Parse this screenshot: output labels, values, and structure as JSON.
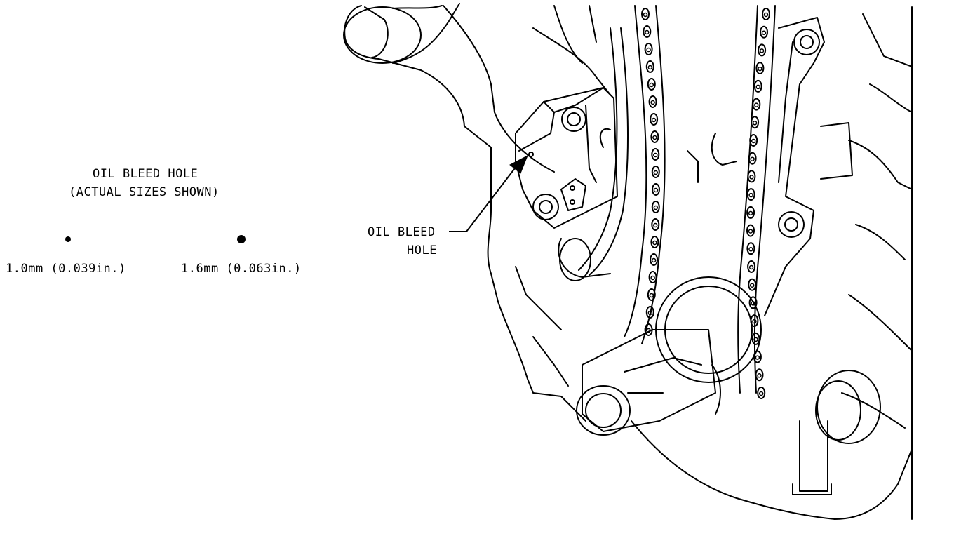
{
  "legend": {
    "title_line1": "OIL BLEED HOLE",
    "title_line2": "(ACTUAL SIZES SHOWN)",
    "small_hole_label": "1.0mm (0.039in.)",
    "large_hole_label": "1.6mm (0.063in.)"
  },
  "callout": {
    "line1": "OIL BLEED",
    "line2": "HOLE"
  }
}
